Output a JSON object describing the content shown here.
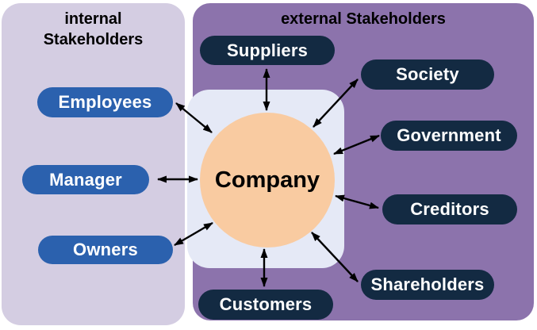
{
  "colors": {
    "background": "#ffffff",
    "internal_panel": "#d4cde2",
    "external_panel": "#8c73ac",
    "company_box": "#e5e9f6",
    "company_circle": "#f9cba1",
    "internal_pill": "#2b61ae",
    "external_pill": "#132a42",
    "pill_text": "#ffffff",
    "title_text": "#000000",
    "arrow": "#000000"
  },
  "internal": {
    "title": "internal\nStakeholders",
    "items": [
      {
        "label": "Employees"
      },
      {
        "label": "Manager"
      },
      {
        "label": "Owners"
      }
    ]
  },
  "external": {
    "title": "external Stakeholders",
    "items": [
      {
        "label": "Suppliers"
      },
      {
        "label": "Society"
      },
      {
        "label": "Government"
      },
      {
        "label": "Creditors"
      },
      {
        "label": "Shareholders"
      },
      {
        "label": "Customers"
      }
    ]
  },
  "center": {
    "label": "Company"
  },
  "connections": [
    {
      "from": "Company",
      "to": "Employees",
      "bidirectional": true
    },
    {
      "from": "Company",
      "to": "Manager",
      "bidirectional": true
    },
    {
      "from": "Company",
      "to": "Owners",
      "bidirectional": true
    },
    {
      "from": "Company",
      "to": "Suppliers",
      "bidirectional": true
    },
    {
      "from": "Company",
      "to": "Society",
      "bidirectional": true
    },
    {
      "from": "Company",
      "to": "Government",
      "bidirectional": true
    },
    {
      "from": "Company",
      "to": "Creditors",
      "bidirectional": true
    },
    {
      "from": "Company",
      "to": "Shareholders",
      "bidirectional": true
    },
    {
      "from": "Company",
      "to": "Customers",
      "bidirectional": true
    }
  ]
}
